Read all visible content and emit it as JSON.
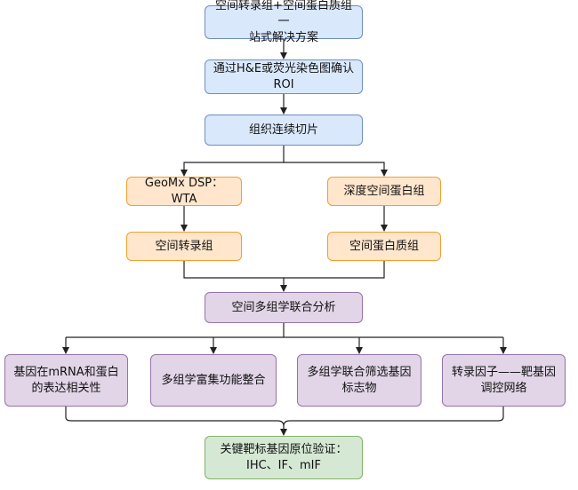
{
  "diagram": {
    "nodes": {
      "n1": "空间转录组+空间蛋白质组一\n站式解决方案",
      "n2": "通过H&E或荧光染色图确认\nROI",
      "n3": "组织连续切片",
      "n4": "GeoMx DSP：WTA",
      "n5": "深度空间蛋白组",
      "n6": "空间转录组",
      "n7": "空间蛋白质组",
      "n8": "空间多组学联合分析",
      "n9": "基因在mRNA和蛋白\n的表达相关性",
      "n10": "多组学富集功能整合",
      "n11": "多组学联合筛选基因\n标志物",
      "n12": "转录因子——靶基因\n调控网络",
      "n13": "关键靶标基因原位验证：\nIHC、IF、mIF"
    },
    "colors": {
      "blue_fill": "#dae8fc",
      "blue_stroke": "#6c8ebf",
      "orange_fill": "#ffe6cc",
      "orange_stroke": "#f0a030",
      "purple_fill": "#e1d5e7",
      "purple_stroke": "#9673a6",
      "green_fill": "#d5e8d4",
      "green_stroke": "#82b366",
      "edge": "#222222"
    }
  }
}
